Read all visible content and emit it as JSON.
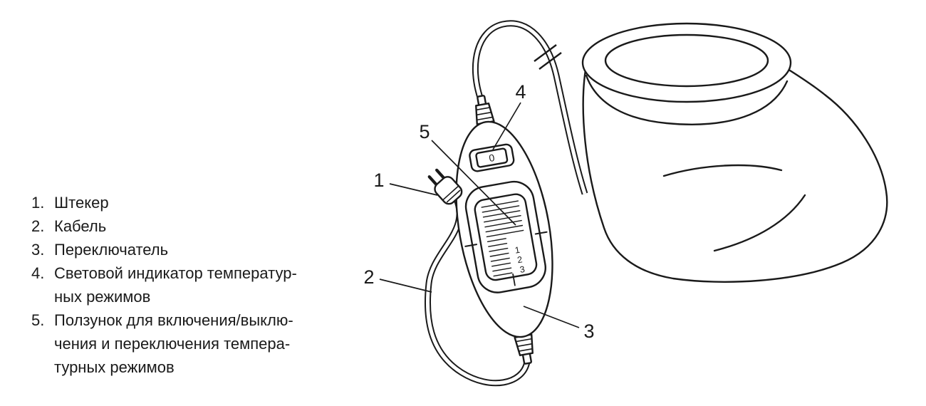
{
  "figure": {
    "legend": {
      "items": [
        {
          "number": "1.",
          "lines": [
            "Штекер"
          ]
        },
        {
          "number": "2.",
          "lines": [
            "Кабель"
          ]
        },
        {
          "number": "3.",
          "lines": [
            "Переключатель"
          ]
        },
        {
          "number": "4.",
          "lines": [
            "Световой индикатор температур-",
            "ных режимов"
          ]
        },
        {
          "number": "5.",
          "lines": [
            "Ползунок для включения/выклю-",
            "чения и переключения темпера-",
            "турных режимов"
          ]
        }
      ]
    },
    "callouts": {
      "plug": "1",
      "cable": "2",
      "switch": "3",
      "indicator": "4",
      "slider": "5"
    },
    "controller": {
      "indicator_value": "0",
      "slider_levels": [
        "1",
        "2",
        "3"
      ]
    },
    "colors": {
      "line": "#1a1a1a",
      "background": "#ffffff"
    }
  }
}
